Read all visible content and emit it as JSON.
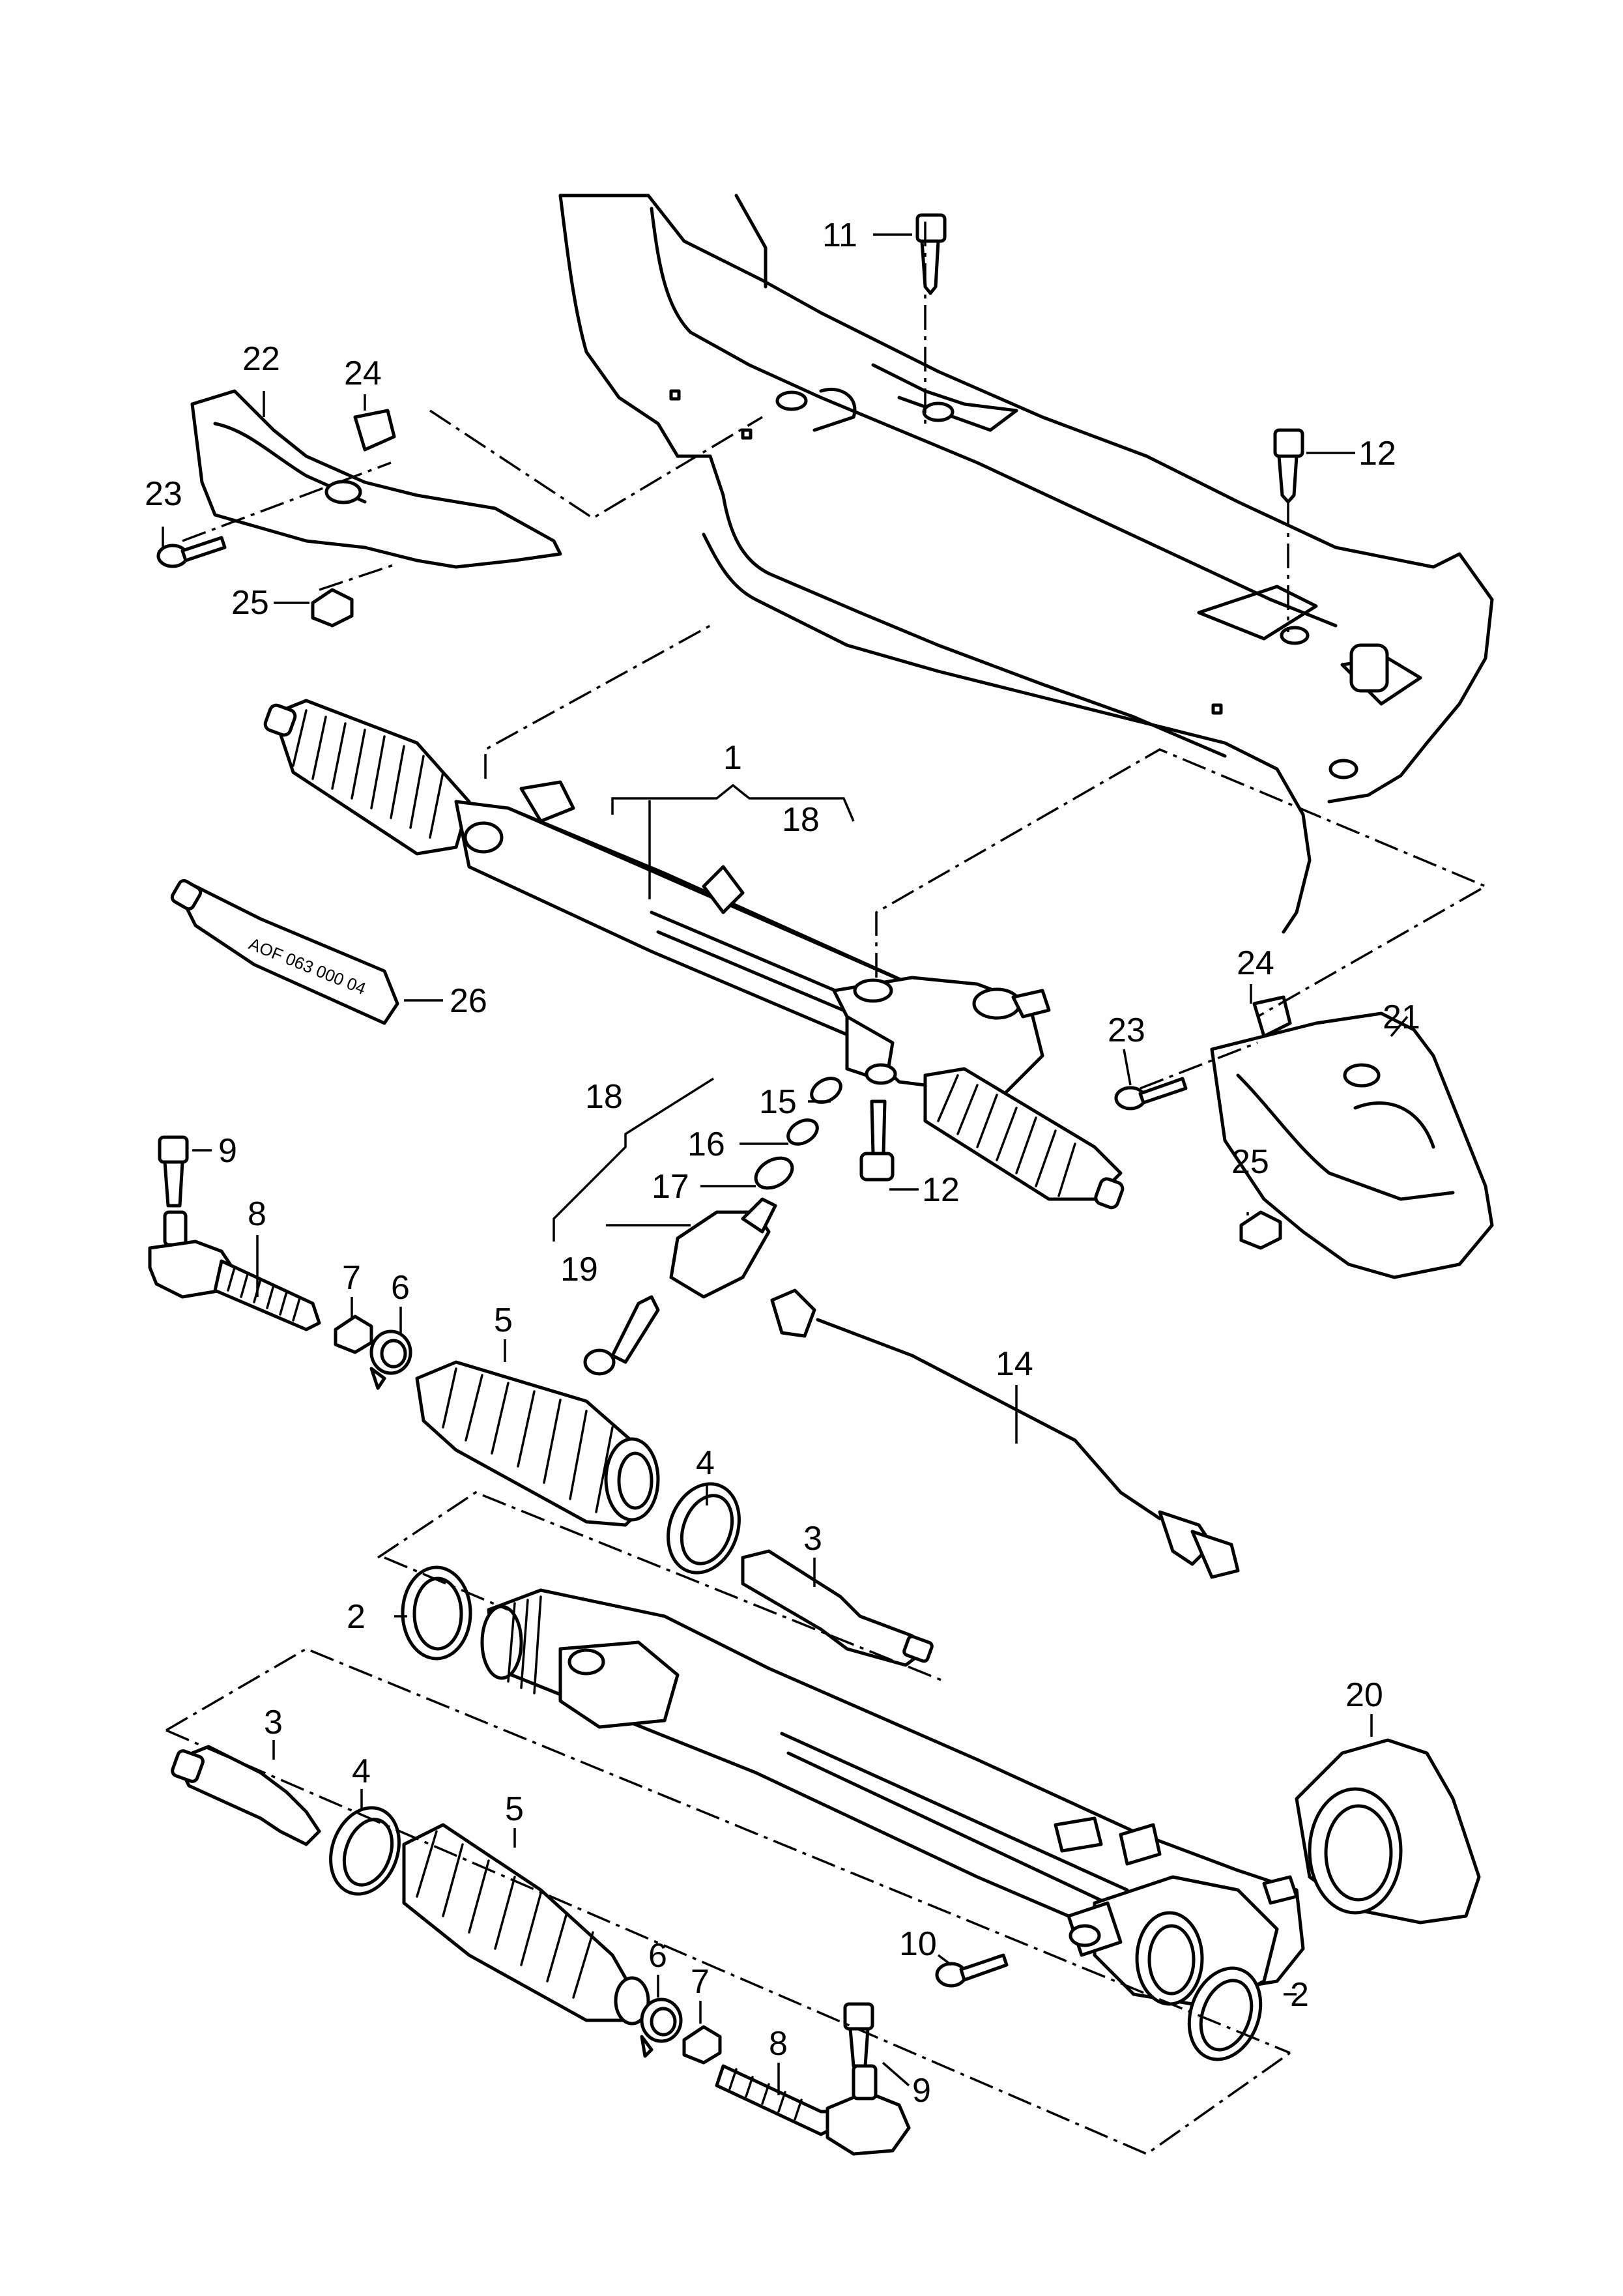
{
  "labels": {
    "l1": "1",
    "l2a": "2",
    "l2b": "2",
    "l3a": "3",
    "l3b": "3",
    "l4a": "4",
    "l4b": "4",
    "l5a": "5",
    "l5b": "5",
    "l6a": "6",
    "l6b": "6",
    "l7a": "7",
    "l7b": "7",
    "l8a": "8",
    "l8b": "8",
    "l9a": "9",
    "l9b": "9",
    "l10": "10",
    "l11": "11",
    "l12a": "12",
    "l12b": "12",
    "l14": "14",
    "l15": "15",
    "l16": "16",
    "l17": "17",
    "l18a": "18",
    "l18b": "18",
    "l19": "19",
    "l20": "20",
    "l21": "21",
    "l22": "22",
    "l23a": "23",
    "l23b": "23",
    "l24a": "24",
    "l24b": "24",
    "l25a": "25",
    "l25b": "25",
    "l26": "26"
  },
  "tube_text": "AOF 063 000 04"
}
